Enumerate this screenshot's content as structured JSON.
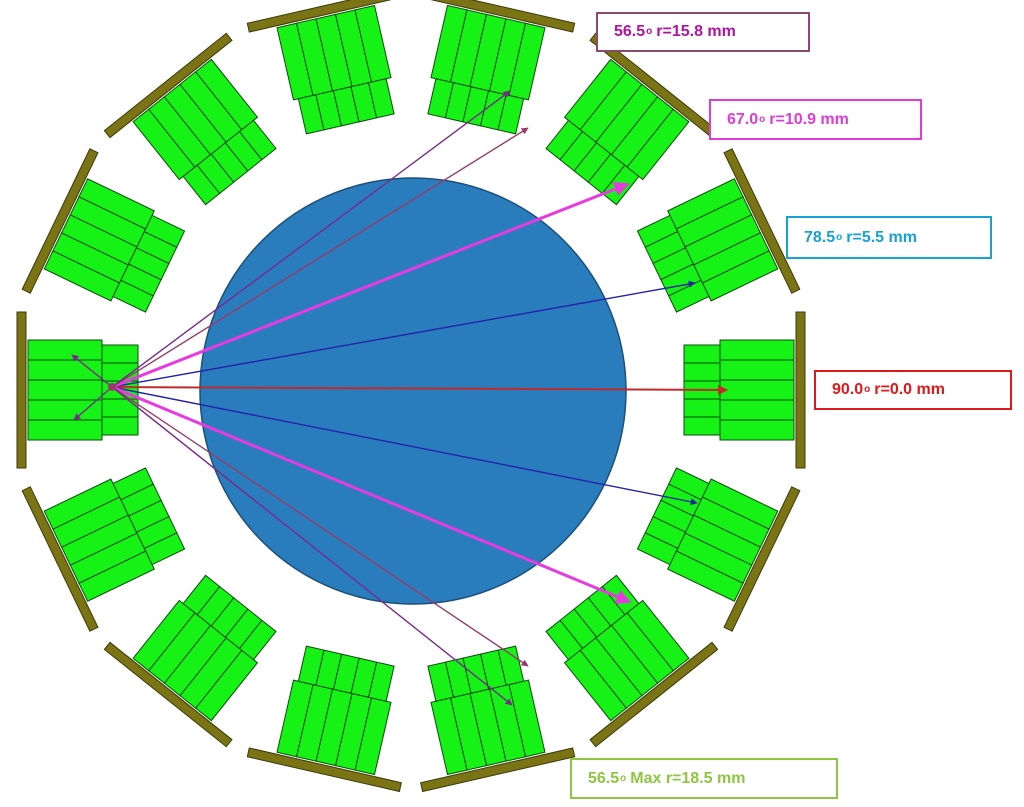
{
  "colors": {
    "ring": "#7a7415",
    "ring_stroke": "#3c3a0a",
    "detector": "#16f116",
    "detector_stroke": "#0a4d0a",
    "target": "#2a7dbd",
    "target_stroke": "#1c4f78"
  },
  "labels": [
    {
      "angle": "56.5",
      "deg": "o",
      "text": "r=15.8 mm",
      "color": "#b0139f",
      "border": "#8a4a6a"
    },
    {
      "angle": "67.0",
      "deg": "o",
      "text": "r=10.9 mm",
      "color": "#e03ad8",
      "border": "#e03ad8"
    },
    {
      "angle": "78.5",
      "deg": "o",
      "text": "r=5.5 mm",
      "color": "#17a2d6",
      "border": "#17a2d6"
    },
    {
      "angle": "90.0",
      "deg": "o",
      "text": "r=0.0 mm",
      "color": "#e01818",
      "border": "#e01818"
    },
    {
      "angle": "56.5",
      "deg": "o",
      "text": "Max r=18.5 mm",
      "color": "#8dc63f",
      "border": "#8dc63f"
    }
  ],
  "rays": [
    {
      "color": "#c02a2a",
      "width": 2
    },
    {
      "color": "#2323a8",
      "width": 1.4
    },
    {
      "color": "#e83ae0",
      "width": 3
    },
    {
      "color": "#9a3a6a",
      "width": 1.4
    },
    {
      "color": "#7a2a8a",
      "width": 1.4
    }
  ]
}
